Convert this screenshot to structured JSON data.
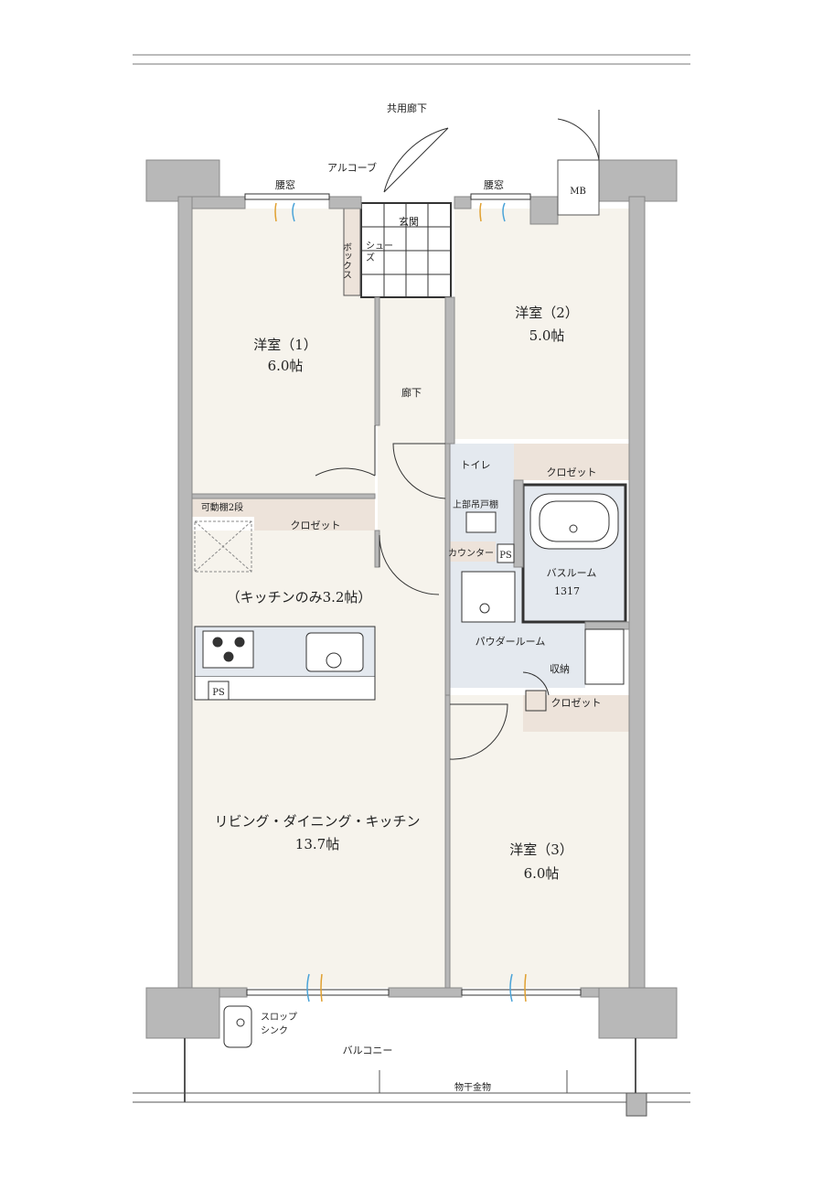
{
  "labels": {
    "corridor": "共用廊下",
    "alcove": "アルコーブ",
    "waist_window_left": "腰窓",
    "waist_window_right": "腰窓",
    "mb": "MB",
    "entrance": "玄関",
    "shoe_box_1": "シュー",
    "shoe_box_2": "ズ",
    "shoe_box_3": "ボックス",
    "hallway": "廊下",
    "toilet": "トイレ",
    "upper_cabinet": "上部吊戸棚",
    "counter": "カウンター",
    "ps_toilet": "PS",
    "ps_kitchen": "PS",
    "bathroom": "バスルーム",
    "bathroom_size": "1317",
    "powder_room": "パウダールーム",
    "storage": "収納",
    "closet_room1": "クロゼット",
    "closet_room2": "クロゼット",
    "closet_room3": "クロゼット",
    "movable_shelf": "可動棚2段",
    "kitchen_only": "（キッチンのみ3.2帖）",
    "slop_sink_1": "スロップ",
    "slop_sink_2": "シンク",
    "balcony": "バルコニー",
    "clothes_hanger": "物干金物"
  },
  "rooms": [
    {
      "name": "洋室（1）",
      "size": "6.0帖"
    },
    {
      "name": "洋室（2）",
      "size": "5.0帖"
    },
    {
      "name": "洋室（3）",
      "size": "6.0帖"
    },
    {
      "name": "リビング・ダイニング・キッチン",
      "size": "13.7帖"
    }
  ],
  "colors": {
    "wall": "#b8b8b8",
    "floor": "#f6f3ec",
    "wet": "#e4e9ef",
    "closet": "#ede3da"
  }
}
